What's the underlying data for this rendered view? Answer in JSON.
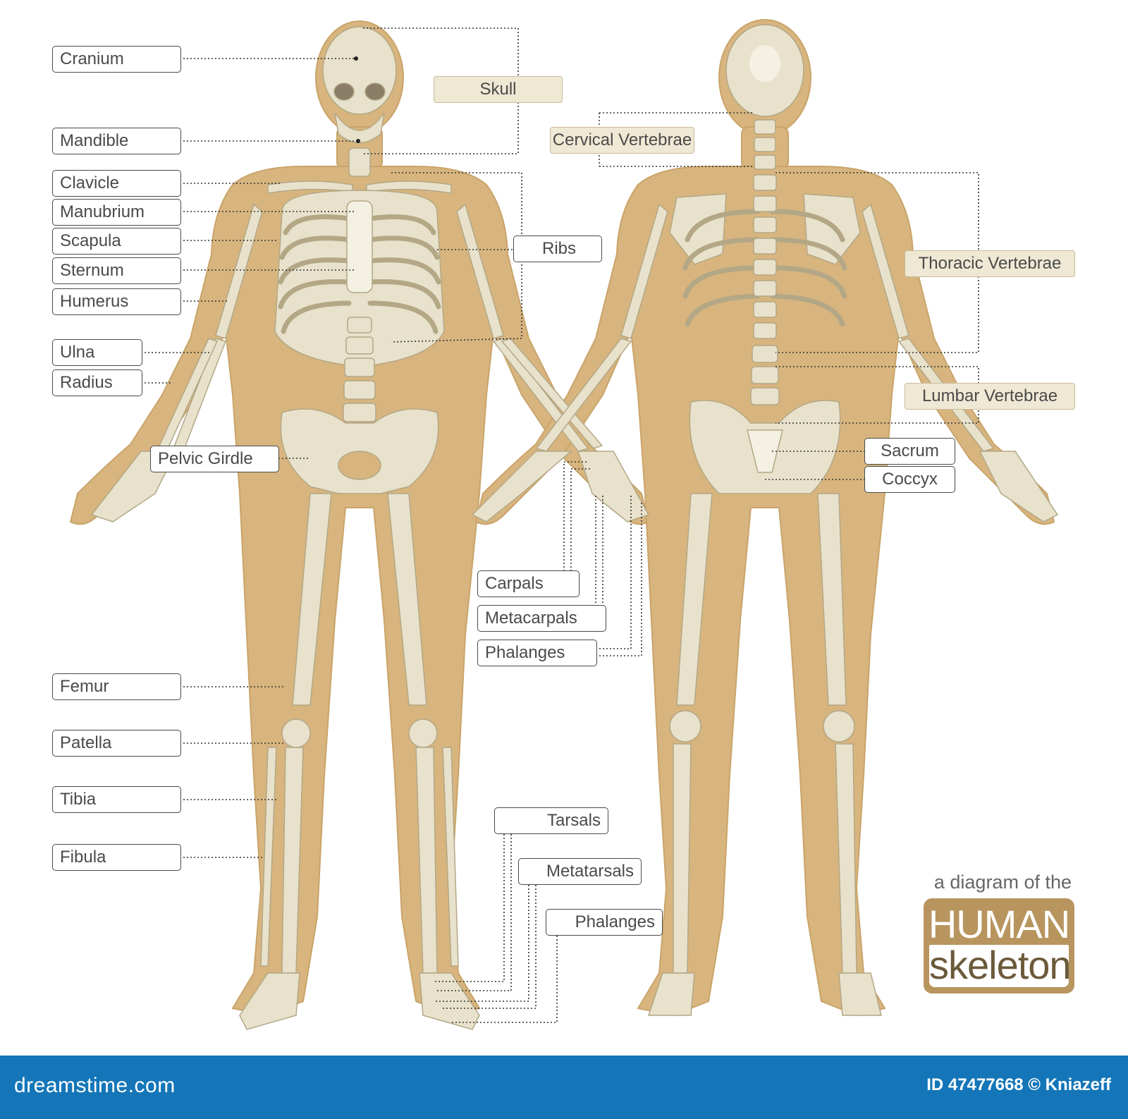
{
  "labels": {
    "cranium": "Cranium",
    "mandible": "Mandible",
    "clavicle": "Clavicle",
    "manubrium": "Manubrium",
    "scapula": "Scapula",
    "sternum": "Sternum",
    "humerus": "Humerus",
    "ulna": "Ulna",
    "radius": "Radius",
    "pelvic_girdle": "Pelvic Girdle",
    "femur": "Femur",
    "patella": "Patella",
    "tibia": "Tibia",
    "fibula": "Fibula",
    "ribs": "Ribs",
    "carpals": "Carpals",
    "metacarpals": "Metacarpals",
    "hand_phalanges": "Phalanges",
    "tarsals": "Tarsals",
    "metatarsals": "Metatarsals",
    "foot_phalanges": "Phalanges",
    "sacrum": "Sacrum",
    "coccyx": "Coccyx"
  },
  "groups": {
    "skull": "Skull",
    "cervical": "Cervical Vertebrae",
    "thoracic": "Thoracic Vertebrae",
    "lumbar": "Lumbar Vertebrae"
  },
  "title": {
    "line_small": "a diagram of the",
    "line1": "HUMAN",
    "line2": "skeleton"
  },
  "footer": {
    "site": "dreamstime.com",
    "credit": "ID 47477668 © Kniazeff"
  },
  "colors": {
    "body": "#d8b57e",
    "bone": "#e8e2cc",
    "bone_shadow": "#c9bfa0",
    "footer": "#1476b8",
    "title_box": "#b8955e"
  }
}
